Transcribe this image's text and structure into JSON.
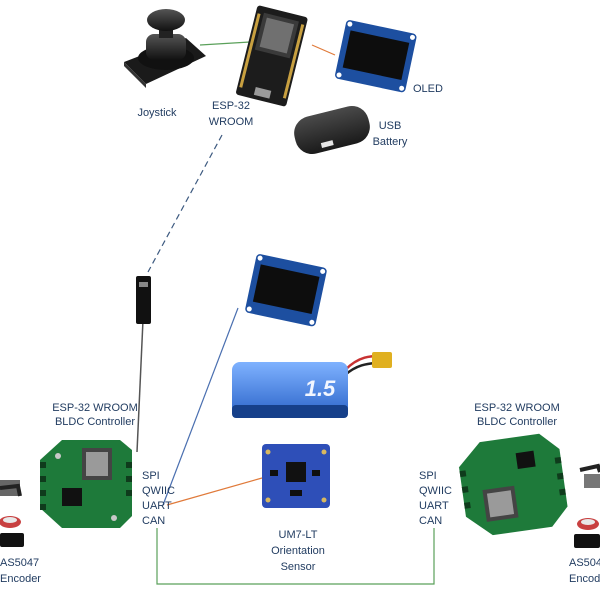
{
  "labels": {
    "joystick": "Joystick",
    "esp_top_1": "ESP-32",
    "esp_top_2": "WROOM",
    "oled_top": "OLED",
    "usb_1": "USB",
    "usb_2": "Battery",
    "left_ctrl_1": "ESP-32 WROOM",
    "left_ctrl_2": "BLDC Controller",
    "right_ctrl_1": "ESP-32 WROOM",
    "right_ctrl_2": "BLDC Controller",
    "left_ifaces": [
      "SPI",
      "QWIIC",
      "UART",
      "CAN"
    ],
    "right_ifaces": [
      "SPI",
      "QWIIC",
      "UART",
      "CAN"
    ],
    "um7_1": "UM7-LT",
    "um7_2": "Orientation",
    "um7_3": "Sensor",
    "enc_left_1": "AS5047",
    "enc_left_2": "Encoder",
    "enc_right_1": "AS504",
    "enc_right_2": "Encod"
  },
  "battery_text": "1.5",
  "colors": {
    "label": "#1f3a5f",
    "link_green": "#5aa05a",
    "link_blue": "#4a6fb0",
    "link_orange": "#e07a3a",
    "link_dashed": "#3d5a80",
    "pcb_green": "#1e7a3a",
    "oled_blue": "#1d4fa0",
    "sensor_blue": "#2e4fb8"
  }
}
